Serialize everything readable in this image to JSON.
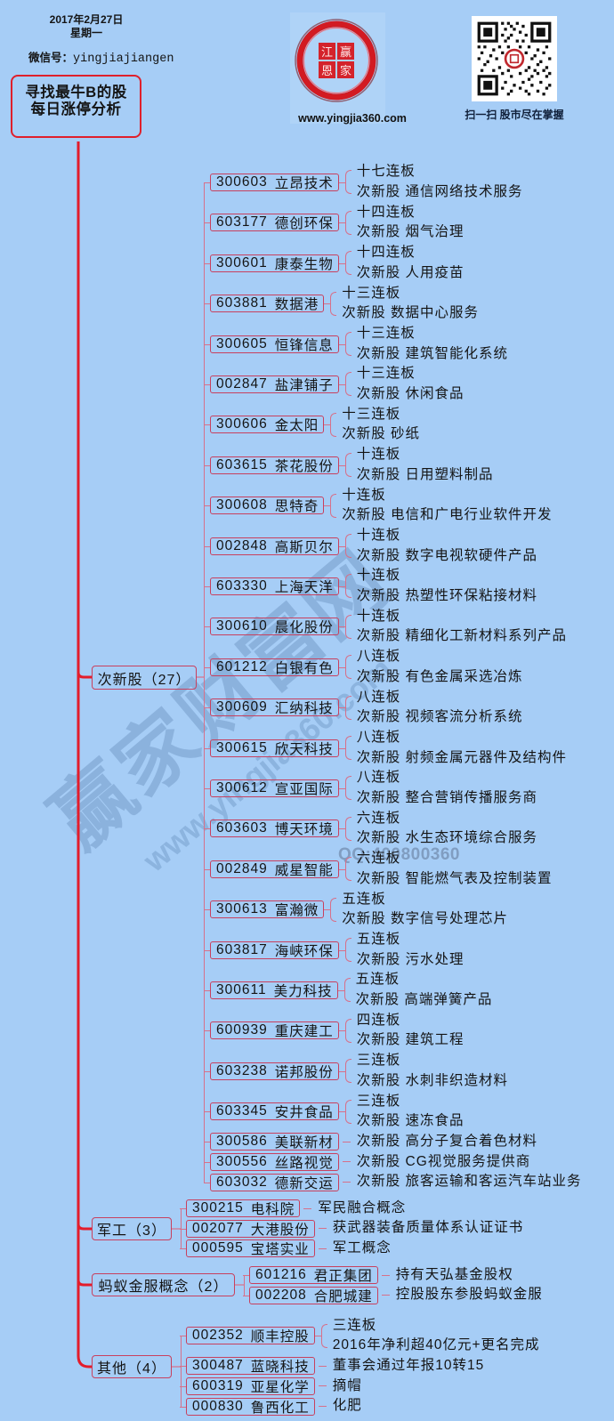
{
  "header": {
    "date": "2017年2月27日",
    "weekday": "星期一",
    "wechat_label": "微信号：",
    "wechat_id": "yingjiajiangen",
    "logo_chars": [
      "江",
      "赢",
      "恩",
      "家"
    ],
    "site_url": "www.yingjia360.com",
    "qr_caption": "扫一扫 股市尽在掌握"
  },
  "root": {
    "line1": "寻找最牛B的股",
    "line2": "每日涨停分析"
  },
  "watermark": {
    "brand": "赢家财富网",
    "url": "www.yingjia360.com",
    "qq": "QQ:400800360"
  },
  "colors": {
    "background": "#a6cdf6",
    "trunk": "#e31c2b",
    "node_border": "#c8405e",
    "connector": "#d7708a"
  },
  "categories": [
    {
      "label": "次新股（27）",
      "stocks": [
        {
          "code": "300603",
          "name": "立昂技术",
          "details": [
            "十七连板",
            "次新股 通信网络技术服务"
          ]
        },
        {
          "code": "603177",
          "name": "德创环保",
          "details": [
            "十四连板",
            "次新股 烟气治理"
          ]
        },
        {
          "code": "300601",
          "name": "康泰生物",
          "details": [
            "十四连板",
            "次新股 人用疫苗"
          ]
        },
        {
          "code": "603881",
          "name": "数据港",
          "details": [
            "十三连板",
            "次新股 数据中心服务"
          ]
        },
        {
          "code": "300605",
          "name": "恒锋信息",
          "details": [
            "十三连板",
            "次新股 建筑智能化系统"
          ]
        },
        {
          "code": "002847",
          "name": "盐津铺子",
          "details": [
            "十三连板",
            "次新股 休闲食品"
          ]
        },
        {
          "code": "300606",
          "name": "金太阳",
          "details": [
            "十三连板",
            "次新股 砂纸"
          ]
        },
        {
          "code": "603615",
          "name": "茶花股份",
          "details": [
            "十连板",
            "次新股 日用塑料制品"
          ]
        },
        {
          "code": "300608",
          "name": "思特奇",
          "details": [
            "十连板",
            "次新股 电信和广电行业软件开发"
          ]
        },
        {
          "code": "002848",
          "name": "高斯贝尔",
          "details": [
            "十连板",
            "次新股 数字电视软硬件产品"
          ]
        },
        {
          "code": "603330",
          "name": "上海天洋",
          "details": [
            "十连板",
            "次新股 热塑性环保粘接材料"
          ]
        },
        {
          "code": "300610",
          "name": "晨化股份",
          "details": [
            "十连板",
            "次新股 精细化工新材料系列产品"
          ]
        },
        {
          "code": "601212",
          "name": "白银有色",
          "details": [
            "八连板",
            "次新股 有色金属采选冶炼"
          ]
        },
        {
          "code": "300609",
          "name": "汇纳科技",
          "details": [
            "八连板",
            "次新股 视频客流分析系统"
          ]
        },
        {
          "code": "300615",
          "name": "欣天科技",
          "details": [
            "八连板",
            "次新股 射频金属元器件及结构件"
          ]
        },
        {
          "code": "300612",
          "name": "宣亚国际",
          "details": [
            "八连板",
            "次新股 整合营销传播服务商"
          ]
        },
        {
          "code": "603603",
          "name": "博天环境",
          "details": [
            "六连板",
            "次新股 水生态环境综合服务"
          ]
        },
        {
          "code": "002849",
          "name": "威星智能",
          "details": [
            "六连板",
            "次新股 智能燃气表及控制装置"
          ]
        },
        {
          "code": "300613",
          "name": "富瀚微",
          "details": [
            "五连板",
            "次新股 数字信号处理芯片"
          ]
        },
        {
          "code": "603817",
          "name": "海峡环保",
          "details": [
            "五连板",
            "次新股 污水处理"
          ]
        },
        {
          "code": "300611",
          "name": "美力科技",
          "details": [
            "五连板",
            "次新股 高端弹簧产品"
          ]
        },
        {
          "code": "600939",
          "name": "重庆建工",
          "details": [
            "四连板",
            "次新股 建筑工程"
          ]
        },
        {
          "code": "603238",
          "name": "诺邦股份",
          "details": [
            "三连板",
            "次新股 水刺非织造材料"
          ]
        },
        {
          "code": "603345",
          "name": "安井食品",
          "details": [
            "三连板",
            "次新股 速冻食品"
          ]
        },
        {
          "code": "300586",
          "name": "美联新材",
          "details": [
            "次新股 高分子复合着色材料"
          ]
        },
        {
          "code": "300556",
          "name": "丝路视觉",
          "details": [
            "次新股 CG视觉服务提供商"
          ]
        },
        {
          "code": "603032",
          "name": "德新交运",
          "details": [
            "次新股 旅客运输和客运汽车站业务"
          ]
        }
      ]
    },
    {
      "label": "军工（3）",
      "stocks": [
        {
          "code": "300215",
          "name": "电科院",
          "details": [
            "军民融合概念"
          ]
        },
        {
          "code": "002077",
          "name": "大港股份",
          "details": [
            "获武器装备质量体系认证证书"
          ]
        },
        {
          "code": "000595",
          "name": "宝塔实业",
          "details": [
            "军工概念"
          ]
        }
      ]
    },
    {
      "label": "蚂蚁金服概念（2）",
      "stocks": [
        {
          "code": "601216",
          "name": "君正集团",
          "details": [
            "持有天弘基金股权"
          ]
        },
        {
          "code": "002208",
          "name": "合肥城建",
          "details": [
            "控股股东参股蚂蚁金服"
          ]
        }
      ]
    },
    {
      "label": "其他（4）",
      "stocks": [
        {
          "code": "002352",
          "name": "顺丰控股",
          "details": [
            "三连板",
            "2016年净利超40亿元+更名完成"
          ]
        },
        {
          "code": "300487",
          "name": "蓝晓科技",
          "details": [
            "董事会通过年报10转15"
          ]
        },
        {
          "code": "600319",
          "name": "亚星化学",
          "details": [
            "摘帽"
          ]
        },
        {
          "code": "000830",
          "name": "鲁西化工",
          "details": [
            "化肥"
          ]
        }
      ]
    }
  ]
}
